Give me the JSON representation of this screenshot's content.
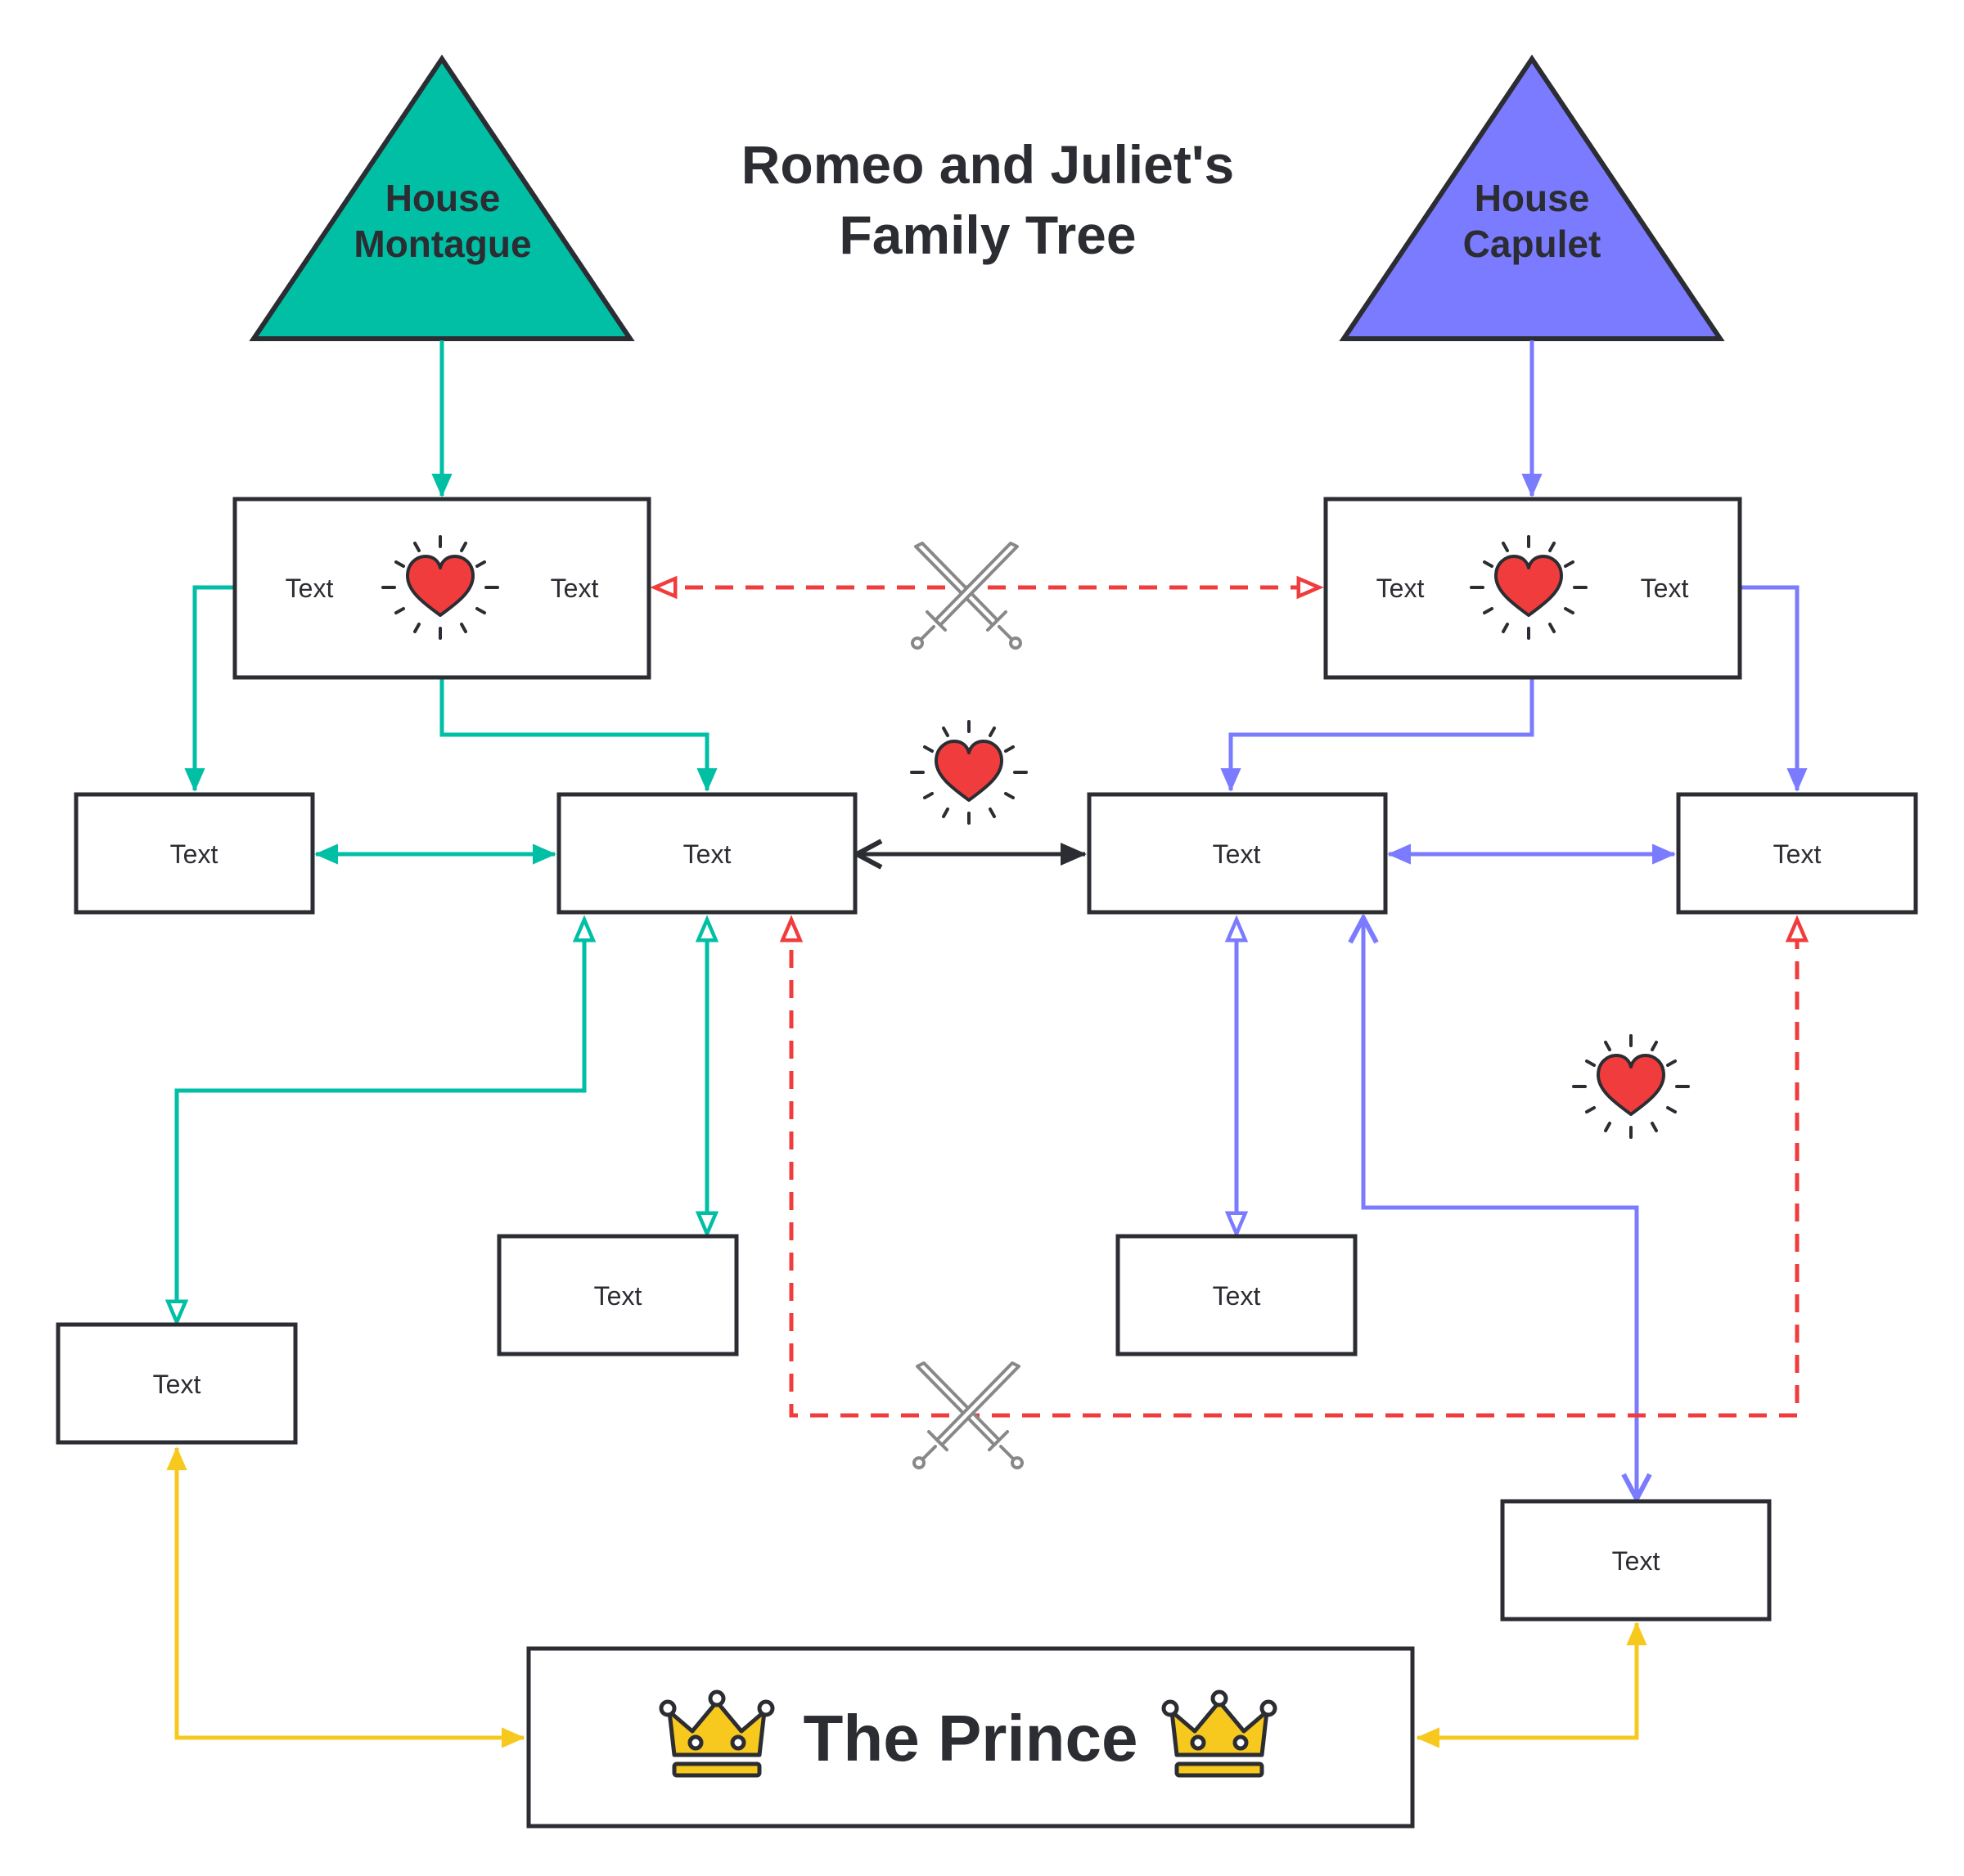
{
  "title_lines": [
    "Romeo and Juliet's",
    "Family Tree"
  ],
  "houses": {
    "montague": {
      "lines": [
        "House",
        "Montague"
      ],
      "color": "#00bfa5"
    },
    "capulet": {
      "lines": [
        "House",
        "Capulet"
      ],
      "color": "#7b7bff"
    }
  },
  "montague_parents": {
    "left": "Text",
    "right": "Text"
  },
  "capulet_parents": {
    "left": "Text",
    "right": "Text"
  },
  "members": {
    "m_left": "Text",
    "m_center": "Text",
    "c_center": "Text",
    "c_right": "Text",
    "m_lower": "Text",
    "m_far_left": "Text",
    "c_lower": "Text",
    "c_far_right": "Text"
  },
  "prince": {
    "label": "The Prince",
    "color": "#f7c81e"
  },
  "colors": {
    "love": "#f03c3c",
    "feud": "#f03c3c",
    "ink": "#2b2d33",
    "sword": "#888888"
  },
  "icons": [
    "heart-icon",
    "sword-cross-icon",
    "crown-icon"
  ]
}
